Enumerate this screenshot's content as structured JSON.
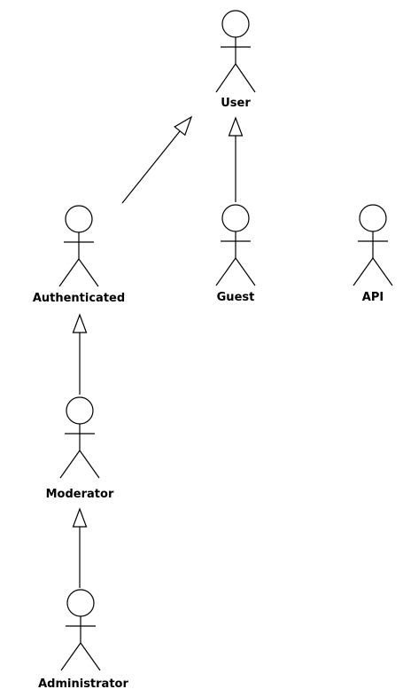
{
  "actors": [
    {
      "id": "user",
      "name": "User"
    },
    {
      "id": "authenticated",
      "name": "Authenticated"
    },
    {
      "id": "guest",
      "name": "Guest"
    },
    {
      "id": "api",
      "name": "API"
    },
    {
      "id": "moderator",
      "name": "Moderator"
    },
    {
      "id": "administrator",
      "name": "Administrator"
    }
  ],
  "generalizations": [
    {
      "from": "authenticated",
      "to": "user"
    },
    {
      "from": "guest",
      "to": "user"
    },
    {
      "from": "moderator",
      "to": "authenticated"
    },
    {
      "from": "administrator",
      "to": "moderator"
    }
  ]
}
